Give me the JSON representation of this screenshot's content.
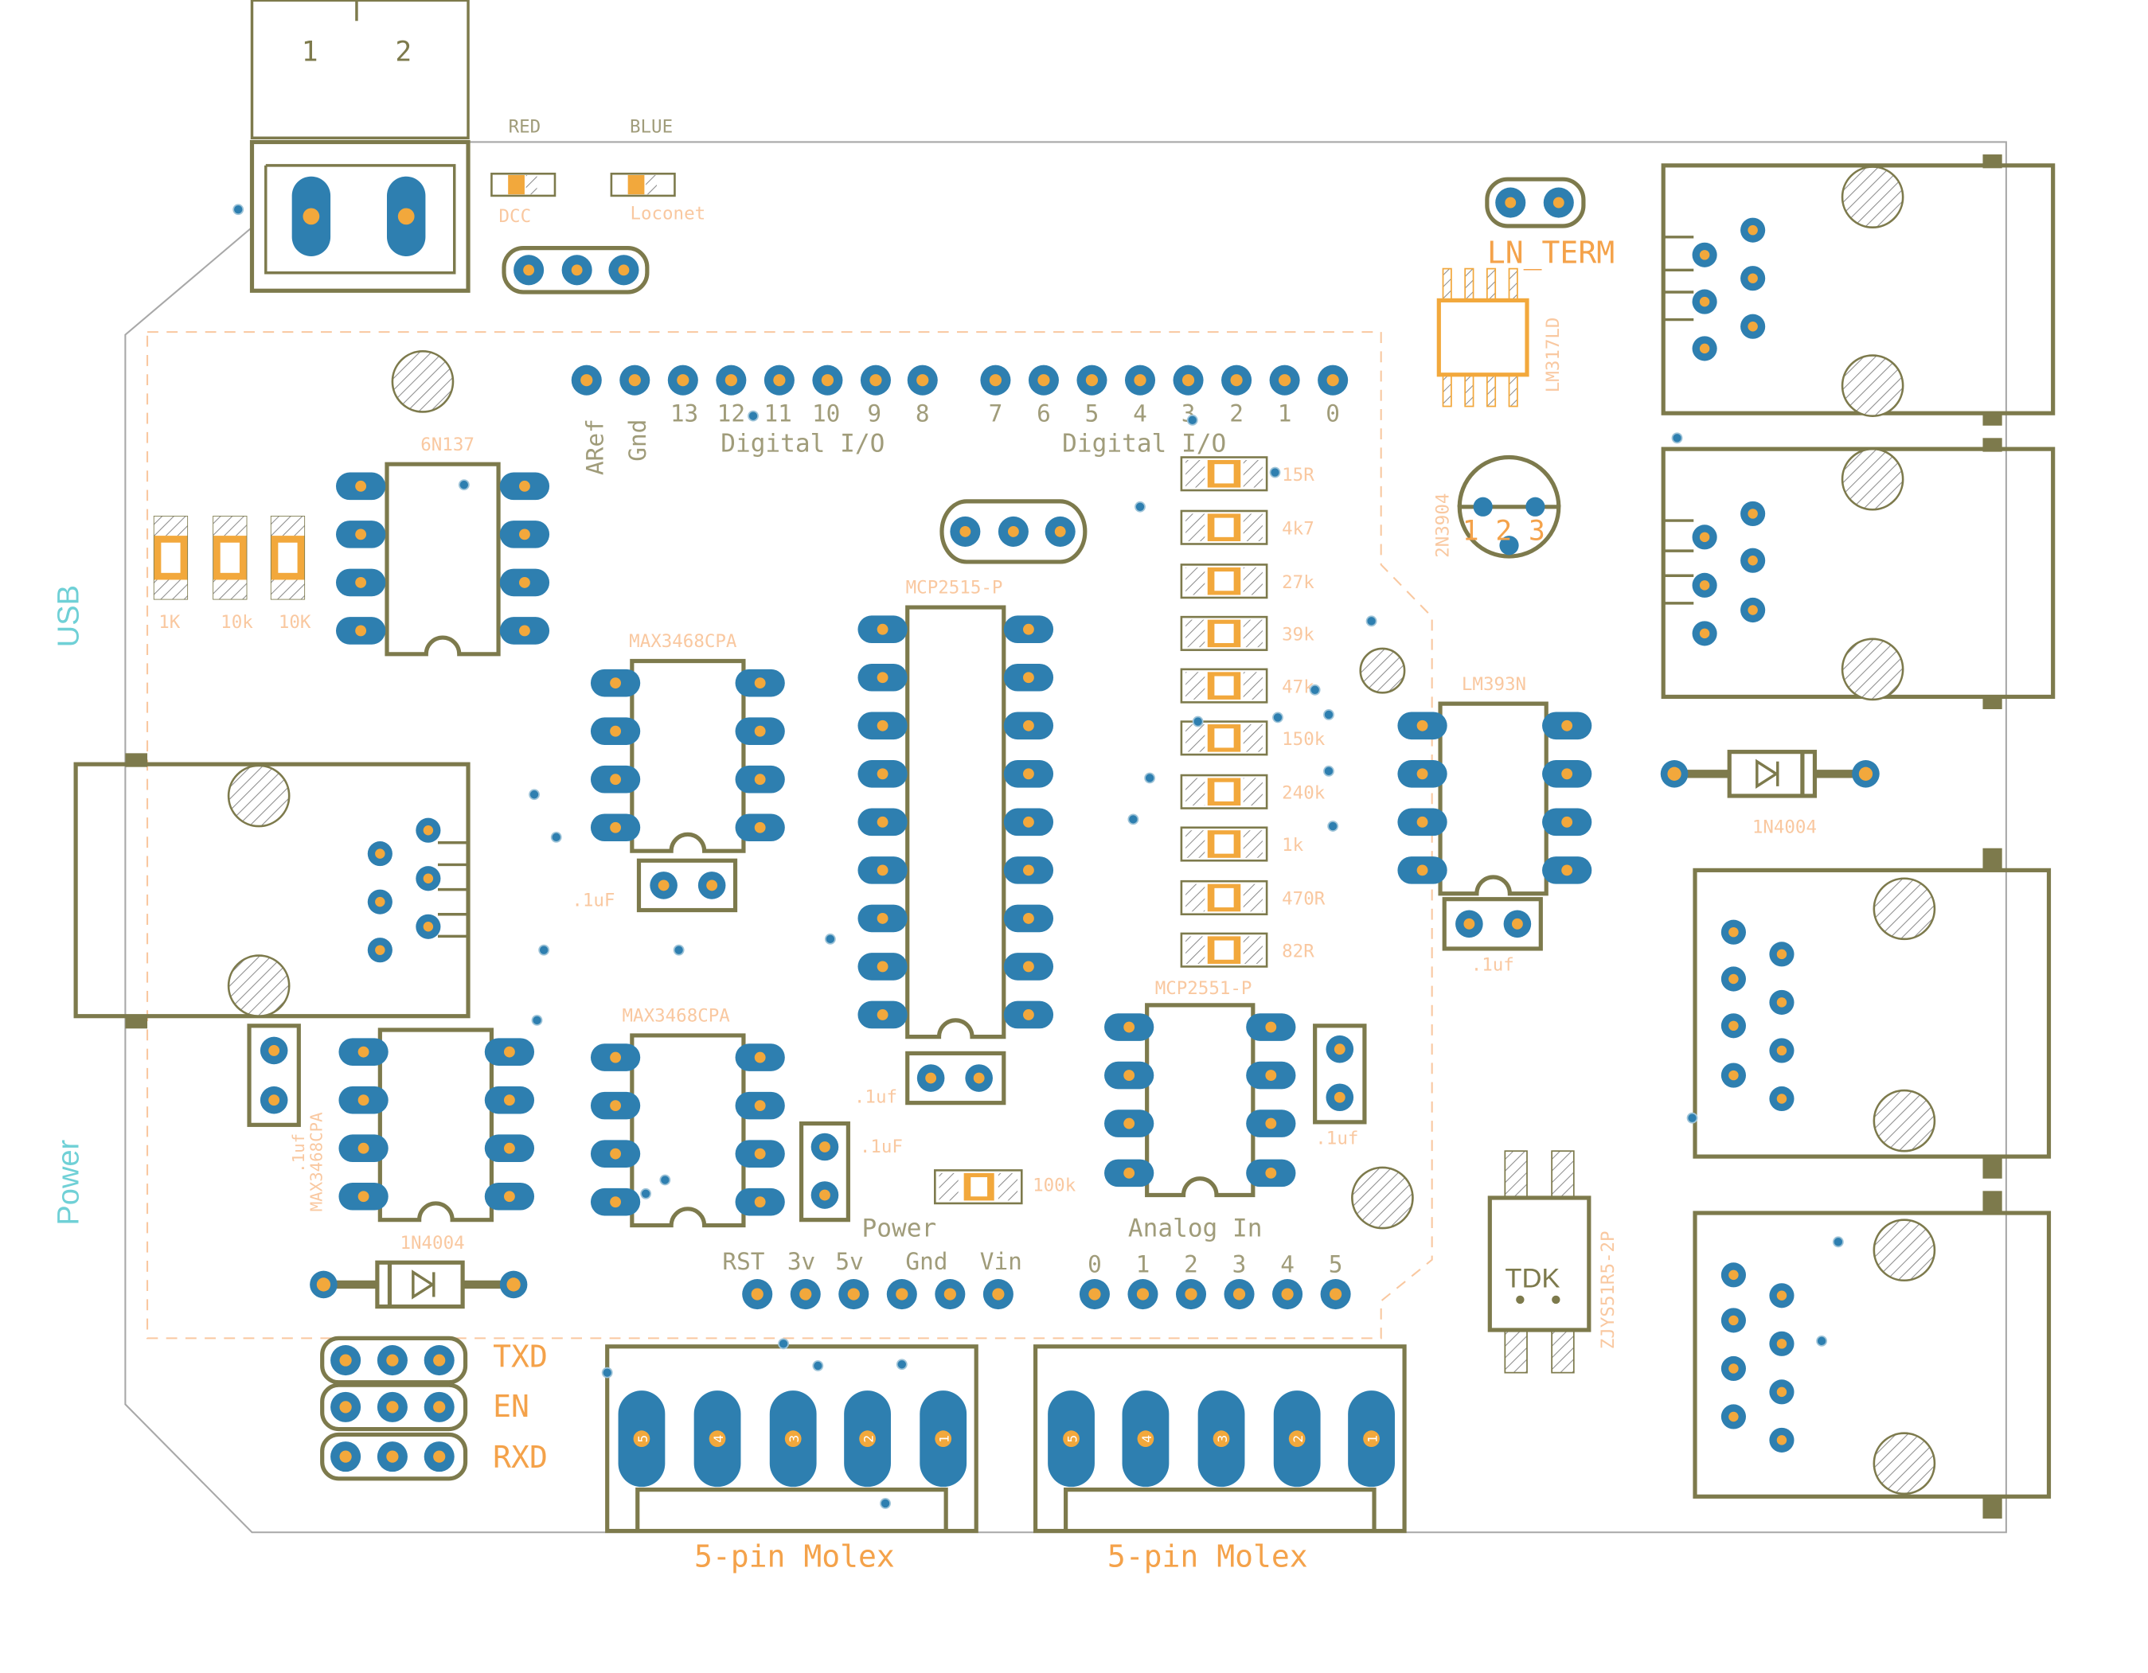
{
  "colors": {
    "background": "#ffffff",
    "outline": "#7d7a4c",
    "pad": "#2e7fb0",
    "copper": "#f2a83c",
    "silk_light": "#f9c8a0",
    "silk_orange": "#f4a24a",
    "silk_gray": "#a09c7a",
    "cyan": "#6fd0d6",
    "hatch": "#808080"
  },
  "board": {
    "side_labels": {
      "usb": "USB",
      "power": "Power"
    },
    "header_labels": {
      "digital_io": "Digital I/O",
      "power": "Power",
      "analog_in": "Analog In",
      "pins_left": [
        "ARef",
        "Gnd",
        "13",
        "12",
        "11",
        "10",
        "9",
        "8"
      ],
      "pins_right": [
        "7",
        "6",
        "5",
        "4",
        "3",
        "2",
        "1",
        "0"
      ],
      "power_pins": [
        "RST",
        "3v",
        "5v",
        "Gnd",
        "Vin"
      ],
      "analog_pins": [
        "0",
        "1",
        "2",
        "3",
        "4",
        "5"
      ]
    },
    "terminal": {
      "pins": [
        "1",
        "2"
      ]
    },
    "leds": [
      {
        "top": "RED",
        "bottom": "DCC"
      },
      {
        "top": "BLUE",
        "bottom": "Loconet"
      }
    ],
    "left_resistors": [
      "1K",
      "10k",
      "10K"
    ],
    "resistor_bank": [
      "15R",
      "4k7",
      "27k",
      "39k",
      "47k",
      "150k",
      "240k",
      "1k",
      "470R",
      "82R"
    ],
    "ic_labels": {
      "opto": "6N137",
      "max_top": "MAX3468CPA",
      "max_bottom": "MAX3468CPA",
      "max_left": "MAX3468CPA",
      "mcp2515": "MCP2515-P",
      "mcp2551": "MCP2551-P",
      "lm393": "LM393N",
      "lm317": "LM317LD",
      "transistor": "2N3904",
      "transistor_pins": "1 2 3",
      "diode": "1N4004",
      "choke": "ZJYS51R5-2P",
      "choke_text": "TDK"
    },
    "ln_term": "LN_TERM",
    "cap_label": ".1uF",
    "cap_label_b": ".1uf",
    "res_100k": "100k",
    "serial_labels": [
      "TXD",
      "EN",
      "RXD"
    ],
    "molex": [
      "5-pin Molex",
      "5-pin Molex"
    ],
    "molex_pin_numbers": [
      "5",
      "4",
      "3",
      "2",
      "1"
    ]
  }
}
